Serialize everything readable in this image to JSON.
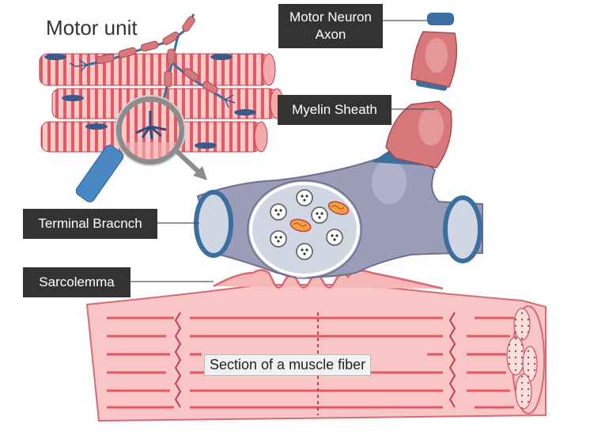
{
  "title": "Motor unit",
  "labels": {
    "motor_neuron_axon_line1": "Motor Neuron",
    "motor_neuron_axon_line2": "Axon",
    "myelin_sheath": "Myelin Sheath",
    "terminal_branch": "Terminal Bracnch",
    "sarcolemma": "Sarcolemma",
    "muscle_fiber_section": "Section of a muscle fiber"
  },
  "colors": {
    "label_bg": "#333333",
    "muscle_pink": "#f6b7b7",
    "muscle_stripe": "#e0505a",
    "myelin": "#d9787a",
    "axon_blue": "#3a6fa0",
    "terminal_purple": "#9a9cb8",
    "magnifier_blue": "#4a88c4"
  }
}
